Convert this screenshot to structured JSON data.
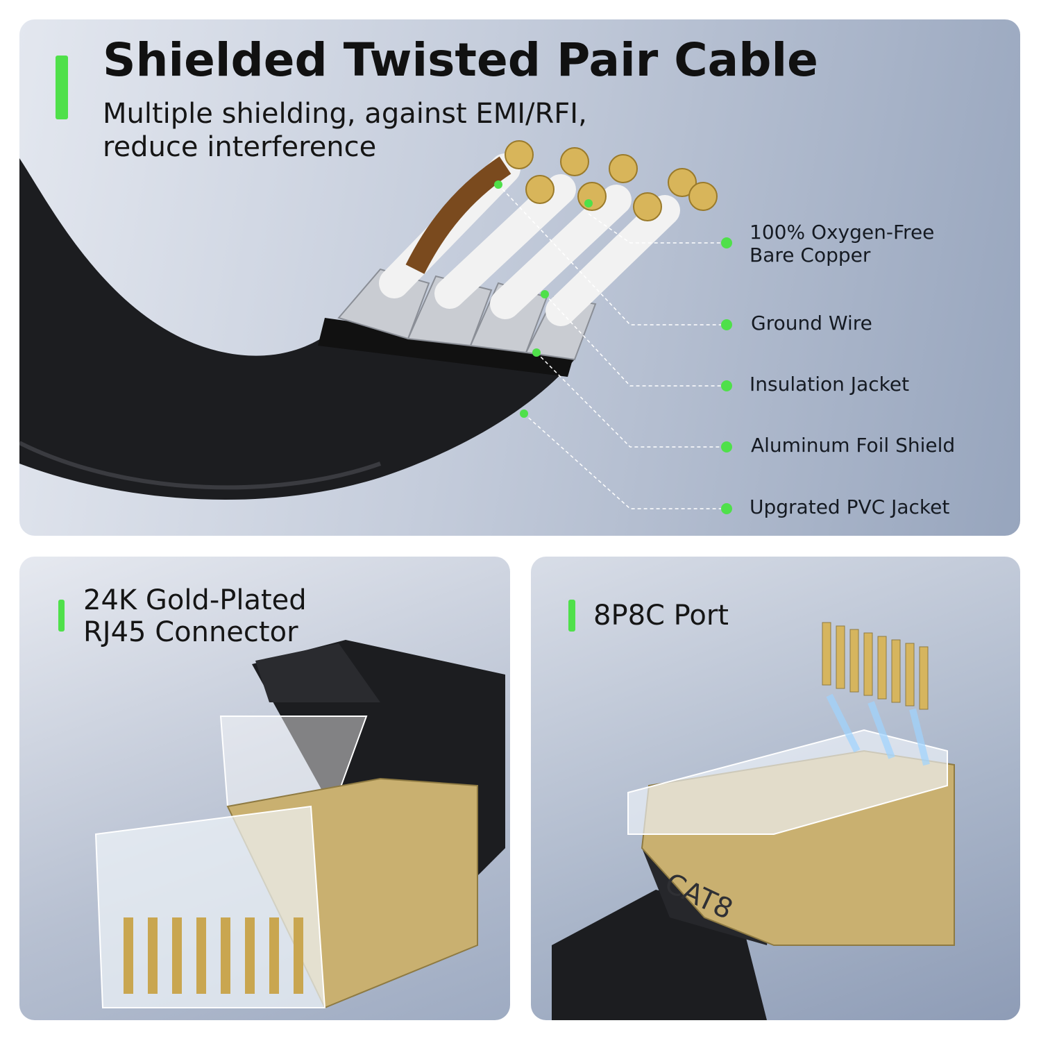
{
  "top_panel": {
    "title": "Shielded Twisted Pair Cable",
    "subtitle_line1": "Multiple shielding, against EMI/RFI,",
    "subtitle_line2": "reduce interference",
    "labels": [
      {
        "line1": "100% Oxygen-Free",
        "line2": "Bare Copper"
      },
      {
        "line1": "Ground Wire"
      },
      {
        "line1": "Insulation Jacket"
      },
      {
        "line1": "Aluminum Foil Shield"
      },
      {
        "line1": "Upgrated PVC Jacket"
      }
    ]
  },
  "bottom_left": {
    "title_line1": "24K Gold-Plated",
    "title_line2": "RJ45 Connector"
  },
  "bottom_right": {
    "title": "8P8C Port",
    "connector_marking": "CAT8"
  },
  "colors": {
    "accent": "#4fe04a",
    "gold": "#c9b070",
    "cable": "#1c1d20"
  }
}
